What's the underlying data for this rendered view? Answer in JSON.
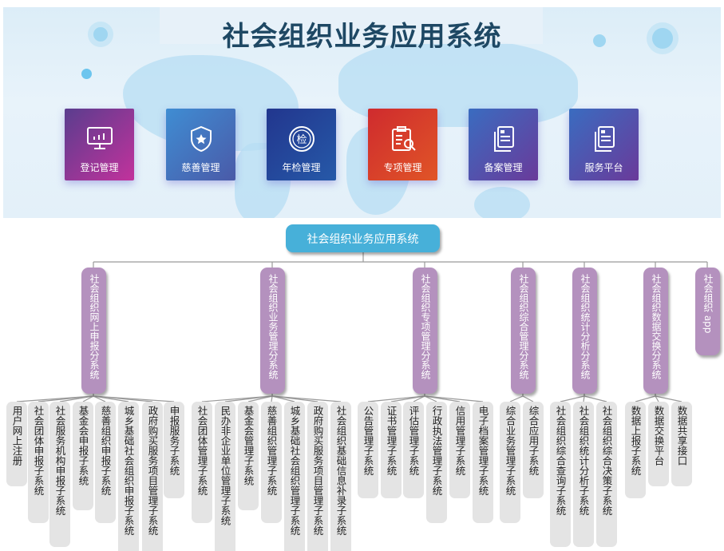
{
  "banner": {
    "title": "社会组织业务应用系统",
    "tiles": [
      {
        "label": "登记管理",
        "icon": "monitor-chart-icon",
        "gradient": [
          "#5a3d8e",
          "#c2329c"
        ]
      },
      {
        "label": "慈善管理",
        "icon": "shield-star-icon",
        "gradient": [
          "#3f8dd3",
          "#4a5aa8"
        ]
      },
      {
        "label": "年检管理",
        "icon": "inspection-seal-icon",
        "gradient": [
          "#22368e",
          "#2659a8"
        ]
      },
      {
        "label": "专项管理",
        "icon": "clipboard-search-icon",
        "gradient": [
          "#cf2b2e",
          "#e05527"
        ]
      },
      {
        "label": "备案管理",
        "icon": "documents-icon",
        "gradient": [
          "#3a6cc0",
          "#6a3a9a"
        ]
      },
      {
        "label": "服务平台",
        "icon": "documents-icon",
        "gradient": [
          "#3a6cc0",
          "#6a3a9a"
        ]
      }
    ]
  },
  "tree": {
    "root": "社会组织业务应用系统",
    "colors": {
      "root": "#47b0d9",
      "branch": "#b491be",
      "leaf": "#e4e4e4",
      "line": "#9a9a9a"
    },
    "branches": [
      {
        "label": "社会组织网上申报分系统",
        "children": [
          "用户网上注册",
          "社会团体申报子系统",
          "社会服务机构申报子系统",
          "基金会申报子系统",
          "慈善组织申报子系统",
          "城乡基础社会组织申报子系统",
          "政府购买服务项目管理子系统",
          "申报服务子系统"
        ]
      },
      {
        "label": "社会组织业务管理分系统",
        "children": [
          "社会团体管理子系统",
          "民办非企业单位管理子系统",
          "基金会管理子系统",
          "慈善组织管理子系统",
          "城乡基础社会组织管理子系统",
          "政府购买服务项目管理子系统",
          "社会组织基础信息补录子系统"
        ]
      },
      {
        "label": "社会组织专项管理分系统",
        "children": [
          "公告管理子系统",
          "证书管理子系统",
          "评估管理子系统",
          "行政执法管理子系统",
          "信用管理子系统",
          "电子档案管理子系统"
        ]
      },
      {
        "label": "社会组织综合管理分系统",
        "children": [
          "综合业务管理子系统",
          "综合应用子系统"
        ]
      },
      {
        "label": "社会组织统计分析分系统",
        "children": [
          "社会组织综合查询子系统",
          "社会组织统计分析子系统",
          "社会组织综合决策子系统"
        ]
      },
      {
        "label": "社会组织数据交换分系统",
        "children": [
          "数据上报子系统",
          "数据交换平台",
          "数据共享接口"
        ]
      },
      {
        "label": "社会组织 app",
        "children": []
      }
    ]
  }
}
